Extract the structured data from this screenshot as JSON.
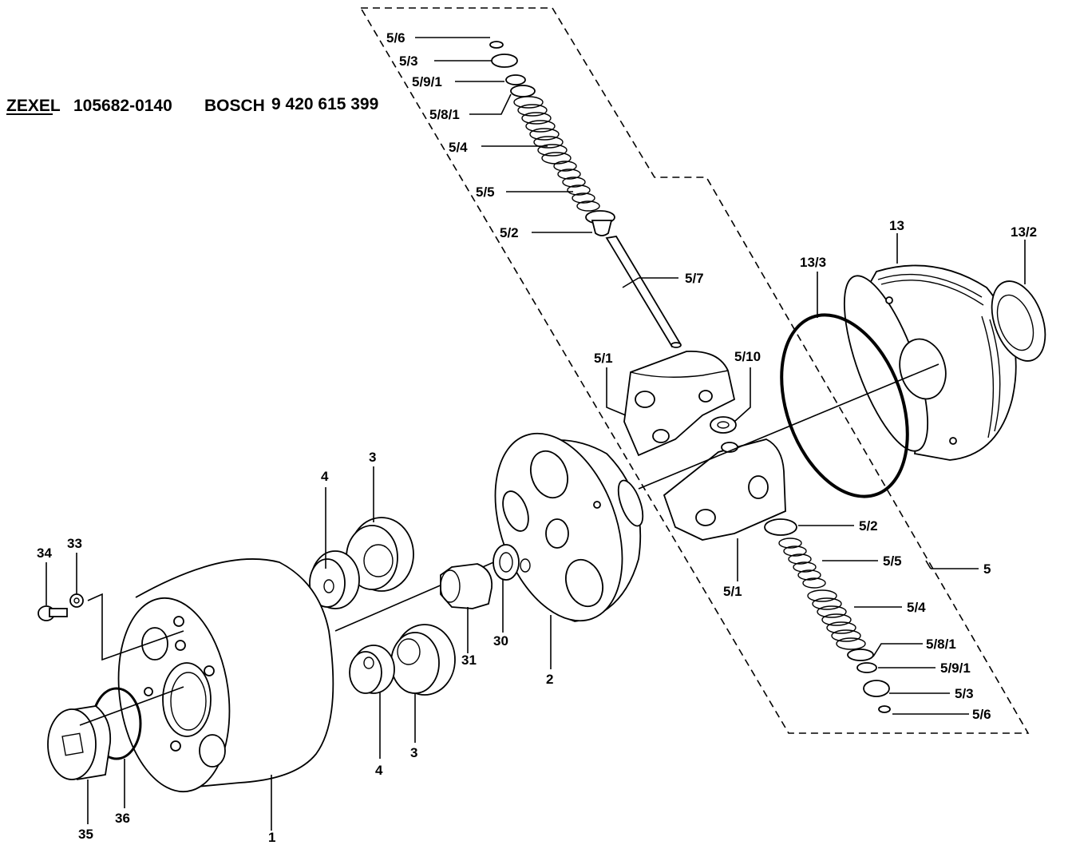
{
  "header": {
    "brand1": "ZEXEL",
    "part1": "105682-0140",
    "brand2": "BOSCH",
    "part2": "9 420 615 399"
  },
  "labels": {
    "l_5_6_top": "5/6",
    "l_5_3_top": "5/3",
    "l_5_9_1_top": "5/9/1",
    "l_5_8_1_top": "5/8/1",
    "l_5_4_top": "5/4",
    "l_5_5_top": "5/5",
    "l_5_2_top": "5/2",
    "l_5_7": "5/7",
    "l_5_1_top": "5/1",
    "l_5_10": "5/10",
    "l_13": "13",
    "l_13_3": "13/3",
    "l_13_2": "13/2",
    "l_5_2_bot": "5/2",
    "l_5_5_bot": "5/5",
    "l_5": "5",
    "l_5_1_bot": "5/1",
    "l_5_4_bot": "5/4",
    "l_5_8_1_bot": "5/8/1",
    "l_5_9_1_bot": "5/9/1",
    "l_5_3_bot": "5/3",
    "l_5_6_bot": "5/6",
    "l_4_top": "4",
    "l_3_top": "3",
    "l_31": "31",
    "l_30": "30",
    "l_2": "2",
    "l_4_bot": "4",
    "l_3_bot": "3",
    "l_34": "34",
    "l_33": "33",
    "l_35": "35",
    "l_36": "36",
    "l_1": "1"
  }
}
